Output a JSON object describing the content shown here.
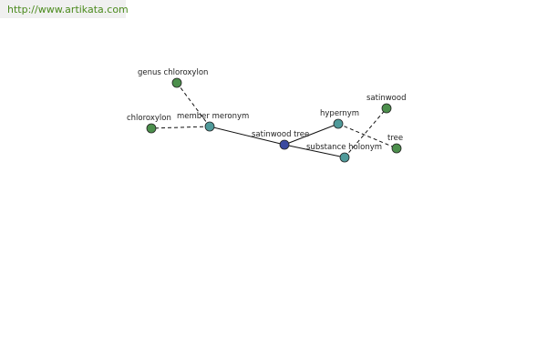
{
  "header": {
    "url": "http://www.artikata.com"
  },
  "graph": {
    "colors": {
      "center": "#3b4aa0",
      "relation": "#4f9a9a",
      "term": "#4c8f4c",
      "edge": "#111111"
    },
    "nodes": [
      {
        "id": "satinwood-tree",
        "label": "satinwood tree",
        "kind": "center"
      },
      {
        "id": "member-meronym",
        "label": "member meronym",
        "kind": "relation"
      },
      {
        "id": "hypernym",
        "label": "hypernym",
        "kind": "relation"
      },
      {
        "id": "substance-holonym",
        "label": "substance holonym",
        "kind": "relation"
      },
      {
        "id": "chloroxylon",
        "label": "chloroxylon",
        "kind": "term"
      },
      {
        "id": "genus-chloroxylon",
        "label": "genus chloroxylon",
        "kind": "term"
      },
      {
        "id": "satinwood",
        "label": "satinwood",
        "kind": "term"
      },
      {
        "id": "tree",
        "label": "tree",
        "kind": "term"
      }
    ],
    "edges": [
      {
        "from": "satinwood-tree",
        "to": "member-meronym",
        "style": "solid"
      },
      {
        "from": "satinwood-tree",
        "to": "hypernym",
        "style": "solid"
      },
      {
        "from": "satinwood-tree",
        "to": "substance-holonym",
        "style": "solid"
      },
      {
        "from": "member-meronym",
        "to": "chloroxylon",
        "style": "dashed"
      },
      {
        "from": "member-meronym",
        "to": "genus-chloroxylon",
        "style": "dashed"
      },
      {
        "from": "hypernym",
        "to": "tree",
        "style": "dashed"
      },
      {
        "from": "substance-holonym",
        "to": "satinwood",
        "style": "dashed"
      }
    ]
  }
}
